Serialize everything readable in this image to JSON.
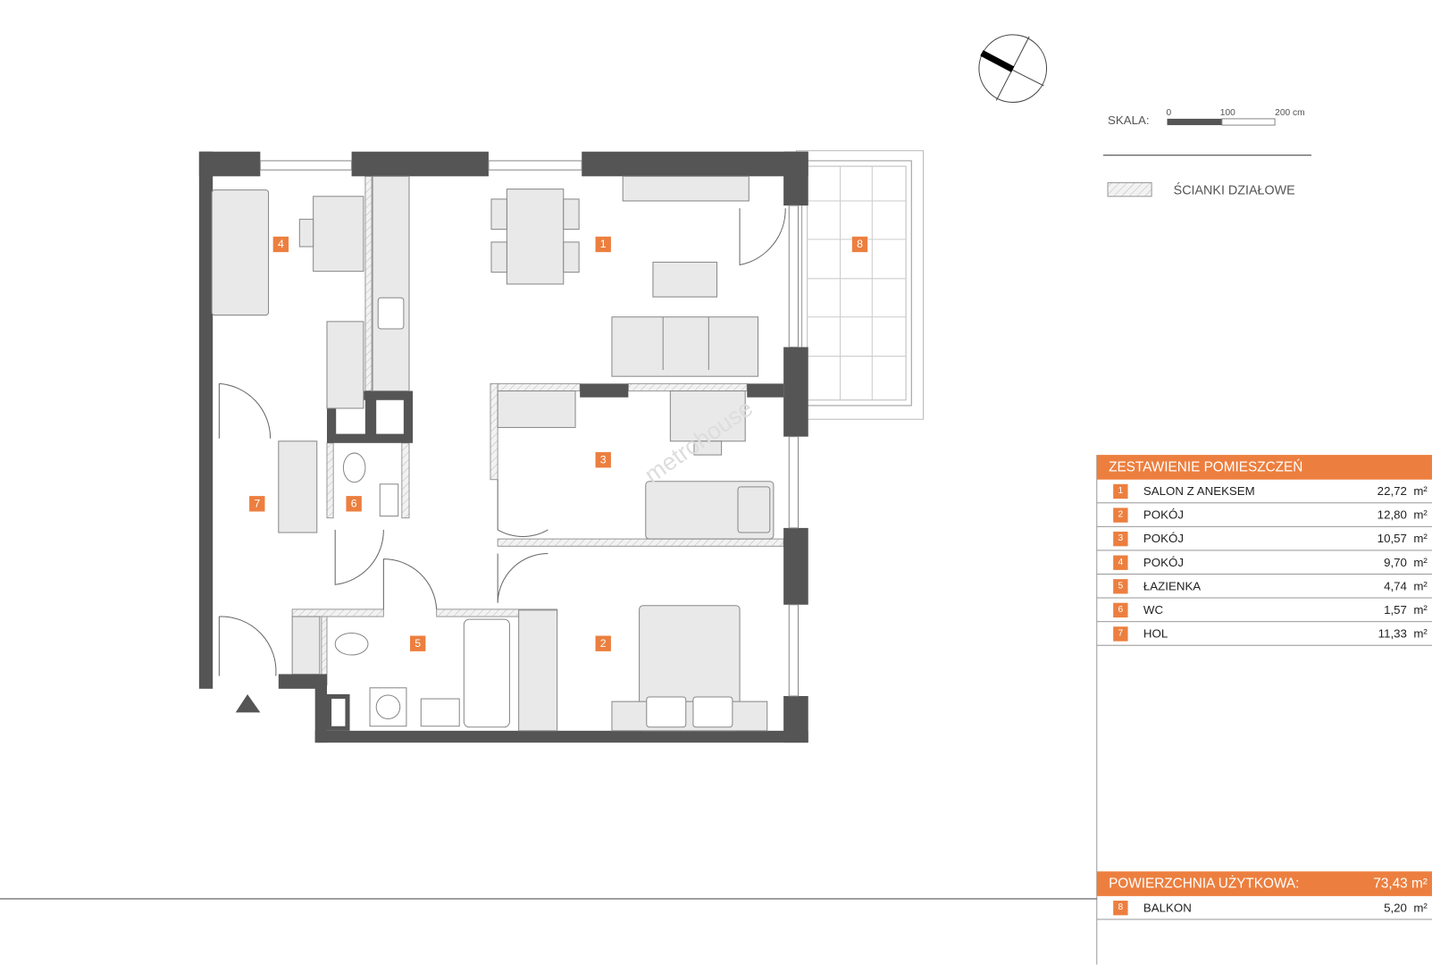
{
  "legend": {
    "scale_label": "SKALA:",
    "scale_ticks": [
      "0",
      "100",
      "200 cm"
    ],
    "partition_label": "ŚCIANKI DZIAŁOWE"
  },
  "plan": {
    "watermark": "metrohouse",
    "room_numbers": [
      "1",
      "2",
      "3",
      "4",
      "5",
      "6",
      "7",
      "8"
    ]
  },
  "table": {
    "title": "ZESTAWIENIE POMIESZCZEŃ",
    "rows": [
      {
        "num": "1",
        "name": "SALON Z ANEKSEM",
        "area": "22,72",
        "unit": "m²"
      },
      {
        "num": "2",
        "name": "POKÓJ",
        "area": "12,80",
        "unit": "m²"
      },
      {
        "num": "3",
        "name": "POKÓJ",
        "area": "10,57",
        "unit": "m²"
      },
      {
        "num": "4",
        "name": "POKÓJ",
        "area": "9,70",
        "unit": "m²"
      },
      {
        "num": "5",
        "name": "ŁAZIENKA",
        "area": "4,74",
        "unit": "m²"
      },
      {
        "num": "6",
        "name": "WC",
        "area": "1,57",
        "unit": "m²"
      },
      {
        "num": "7",
        "name": "HOL",
        "area": "11,33",
        "unit": "m²"
      }
    ],
    "total_label": "POWIERZCHNIA UŻYTKOWA:",
    "total_value": "73,43  m²",
    "extra": {
      "num": "8",
      "name": "BALKON",
      "area": "5,20",
      "unit": "m²"
    }
  },
  "colors": {
    "accent": "#ec7f3f",
    "wall": "#555555",
    "furniture": "#e9e9e9"
  }
}
